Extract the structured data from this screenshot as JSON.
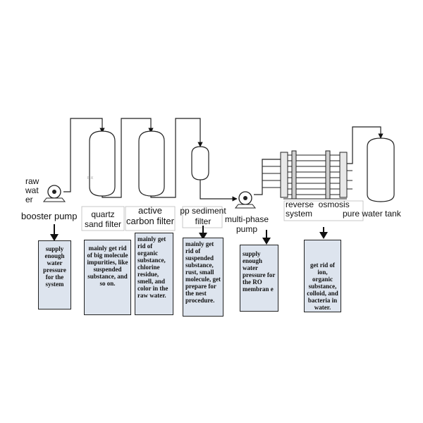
{
  "labels": {
    "raw_water": "raw\nwat\ner",
    "booster_pump": "booster pump",
    "quartz_sand_filter": "quartz\nsand filter",
    "active_carbon_filter": "active\ncarbon filter",
    "pp_sediment_filter": "pp sediment\nfilter",
    "multi_phase_pump": "multi-phase\npump",
    "reverse_osmosis_system": "reverse  osmosis\nsystem",
    "pure_water_tank": "pure water tank"
  },
  "descriptions": {
    "booster_pump": "supply enough water pressure for the system",
    "quartz_sand_filter": "mainly get rid of big molecule impurities, like suspended substance, and so on.",
    "active_carbon_filter": "mainly get rid of organic substance, chlorine residue, smell, and color in the raw water.",
    "pp_sediment_filter": "mainly get rid of suspended substance, rust, small molecule, get prepare for the nest procedure.",
    "multi_phase_pump": "supply enough water pressure for the RO membran e",
    "reverse_osmosis_system": "get rid of ion, organic substance, colloid, and bacteria in water."
  },
  "tank_marking": "F-X"
}
